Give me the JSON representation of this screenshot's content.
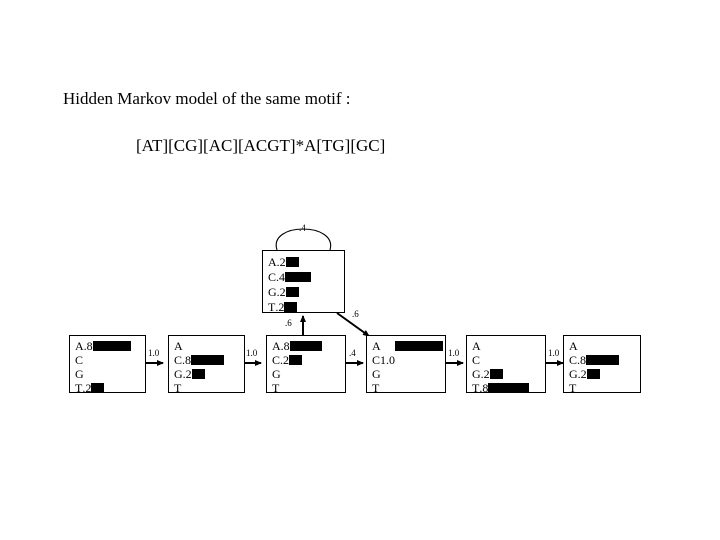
{
  "slide": {
    "title": "Hidden Markov model of the same motif :",
    "subtitle": "[AT][CG][AC][ACGT]*A[TG][GC]",
    "background_color": "#ffffff",
    "ink_color": "#000000"
  },
  "diagram": {
    "type": "hidden-markov-model",
    "nucleotides": [
      "A",
      "C",
      "G",
      "T"
    ],
    "loop_state": {
      "name": "insert-state",
      "self_loop_label": ".4",
      "in_label": ".6",
      "out_label": ".6",
      "emissions": [
        {
          "base": "A",
          "value": ".2",
          "prob": 0.2
        },
        {
          "base": "C",
          "value": ".4",
          "prob": 0.4
        },
        {
          "base": "G",
          "value": ".2",
          "prob": 0.2
        },
        {
          "base": "T",
          "value": ".2",
          "prob": 0.2
        }
      ]
    },
    "states": [
      {
        "name": "state-1",
        "emissions": [
          {
            "base": "A",
            "value": ".8",
            "prob": 0.8
          },
          {
            "base": "C",
            "value": "",
            "prob": 0
          },
          {
            "base": "G",
            "value": "",
            "prob": 0
          },
          {
            "base": "T",
            "value": ".2",
            "prob": 0.2
          }
        ]
      },
      {
        "name": "state-2",
        "emissions": [
          {
            "base": "A",
            "value": "",
            "prob": 0
          },
          {
            "base": "C",
            "value": ".8",
            "prob": 0.8
          },
          {
            "base": "G",
            "value": ".2",
            "prob": 0.2
          },
          {
            "base": "T",
            "value": "",
            "prob": 0
          }
        ]
      },
      {
        "name": "state-3",
        "emissions": [
          {
            "base": "A",
            "value": ".8",
            "prob": 0.8
          },
          {
            "base": "C",
            "value": ".2",
            "prob": 0.2
          },
          {
            "base": "G",
            "value": "",
            "prob": 0
          },
          {
            "base": "T",
            "value": "",
            "prob": 0
          }
        ]
      },
      {
        "name": "state-4",
        "emissions": [
          {
            "base": "A",
            "value": "",
            "prob": 1.0
          },
          {
            "base": "C",
            "value": "1.0",
            "prob": 0
          },
          {
            "base": "G",
            "value": "",
            "prob": 0
          },
          {
            "base": "T",
            "value": "",
            "prob": 0
          }
        ]
      },
      {
        "name": "state-5",
        "emissions": [
          {
            "base": "A",
            "value": "",
            "prob": 0
          },
          {
            "base": "C",
            "value": "",
            "prob": 0
          },
          {
            "base": "G",
            "value": ".2",
            "prob": 0.2
          },
          {
            "base": "T",
            "value": ".8",
            "prob": 0.8
          }
        ]
      },
      {
        "name": "state-6",
        "emissions": [
          {
            "base": "A",
            "value": "",
            "prob": 0
          },
          {
            "base": "C",
            "value": ".8",
            "prob": 0.8
          },
          {
            "base": "G",
            "value": ".2",
            "prob": 0.2
          },
          {
            "base": "T",
            "value": "",
            "prob": 0
          }
        ]
      }
    ],
    "transitions": [
      {
        "name": "t-1-2",
        "label": "1.0"
      },
      {
        "name": "t-2-3",
        "label": "1.0"
      },
      {
        "name": "t-3-4",
        "label": ".4"
      },
      {
        "name": "t-4-5",
        "label": "1.0"
      },
      {
        "name": "t-5-6",
        "label": "1.0"
      },
      {
        "name": "t-3-loop",
        "label": ".6"
      },
      {
        "name": "t-loop-4",
        "label": ".6"
      },
      {
        "name": "t-loop-loop",
        "label": ".4"
      }
    ]
  }
}
